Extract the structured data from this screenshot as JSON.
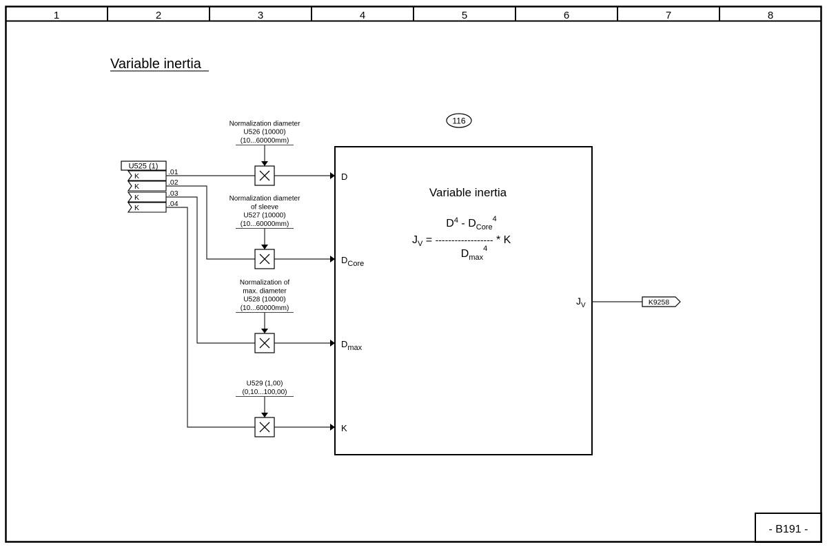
{
  "sheet": {
    "columns": [
      "1",
      "2",
      "3",
      "4",
      "5",
      "6",
      "7",
      "8"
    ],
    "page_label": "- B191 -"
  },
  "title": "Variable inertia",
  "connector_ref": "116",
  "source_block": {
    "header": "U525 (1)",
    "rows": [
      {
        "label": "K",
        "index": ".01"
      },
      {
        "label": "K",
        "index": ".02"
      },
      {
        "label": "K",
        "index": ".03"
      },
      {
        "label": "K",
        "index": ".04"
      }
    ]
  },
  "multipliers": [
    {
      "lines": [
        "Normalization diameter",
        "U526 (10000)",
        "(10...60000mm)"
      ],
      "input": "D",
      "input_sub": ""
    },
    {
      "lines": [
        "Normalization diameter",
        "of sleeve",
        "U527 (10000)",
        "(10...60000mm)"
      ],
      "input": "D",
      "input_sub": "Core"
    },
    {
      "lines": [
        "Normalization of",
        "max. diameter",
        "U528 (10000)",
        "(10...60000mm)"
      ],
      "input": "D",
      "input_sub": "max"
    },
    {
      "lines": [
        "U529 (1,00)",
        "(0,10...100,00)"
      ],
      "input": "K",
      "input_sub": ""
    }
  ],
  "function_block": {
    "title": "Variable inertia",
    "formula": {
      "lhs": "J",
      "lhs_sub": "V",
      "equals": "=",
      "numerator_a": "D",
      "numerator_a_sup": "4",
      "numerator_minus": " - D",
      "numerator_b_sub": "Core",
      "numerator_b_sup": "4",
      "fraction_bar": "------------------",
      "times": "* K",
      "denominator": "D",
      "denominator_sub": "max",
      "denominator_sup": "4"
    },
    "output_label": "J",
    "output_sub": "V"
  },
  "output_connector": "K9258"
}
